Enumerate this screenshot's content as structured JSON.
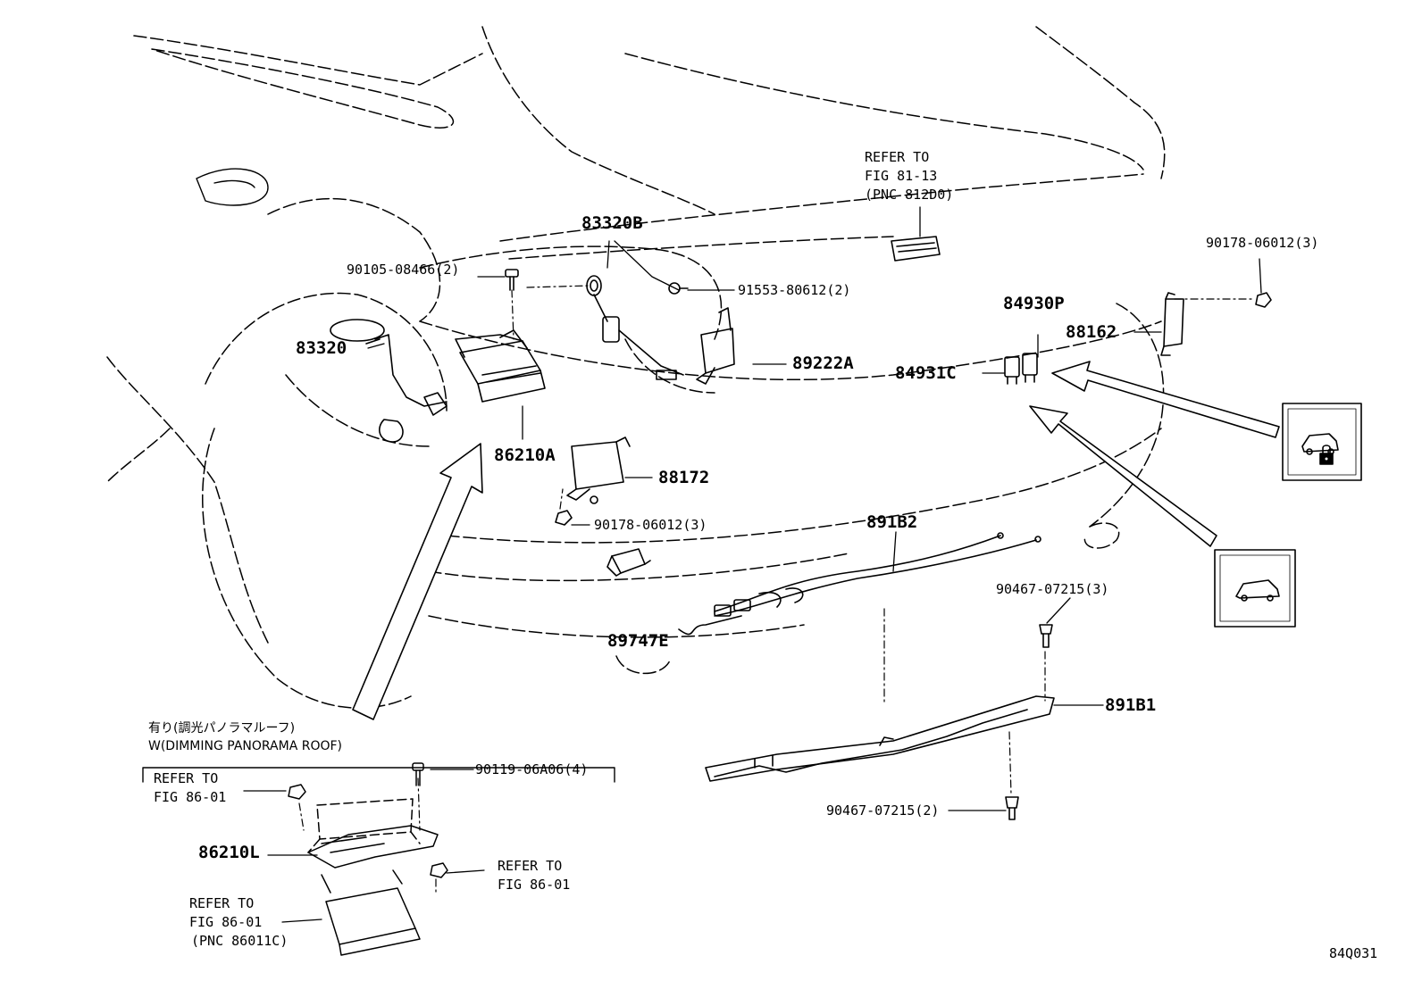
{
  "figure_code": "84Q031",
  "part_labels": {
    "p83320B": "83320B",
    "p90105": "90105-08466(2)",
    "p91553": "91553-80612(2)",
    "p83320": "83320",
    "p89222A": "89222A",
    "p86210A": "86210A",
    "p88172": "88172",
    "p90178_mid": "90178-06012(3)",
    "p84930P": "84930P",
    "p84931C": "84931C",
    "p88162": "88162",
    "p90178_right": "90178-06012(3)",
    "p891B2": "891B2",
    "p89747E": "89747E",
    "p90467_top": "90467-07215(3)",
    "p891B1": "891B1",
    "p90467_bottom": "90467-07215(2)",
    "p90119": "90119-06A06(4)",
    "p86210L": "86210L"
  },
  "refer_top": {
    "line1": "REFER TO",
    "line2": "FIG 81-13",
    "line3": "(PNC 812D0)"
  },
  "inset": {
    "note_jp": "有り(調光パノラマルーフ)",
    "note_en": "W(DIMMING PANORAMA ROOF)",
    "refer_a": {
      "line1": "REFER TO",
      "line2": "FIG 86-01"
    },
    "refer_b": {
      "line1": "REFER TO",
      "line2": "FIG 86-01"
    },
    "refer_c": {
      "line1": "REFER TO",
      "line2": "FIG 86-01",
      "line3": "(PNC 86011C)"
    }
  },
  "icons": {
    "top": "vehicle-lock-icon",
    "bottom": "vehicle-icon"
  }
}
